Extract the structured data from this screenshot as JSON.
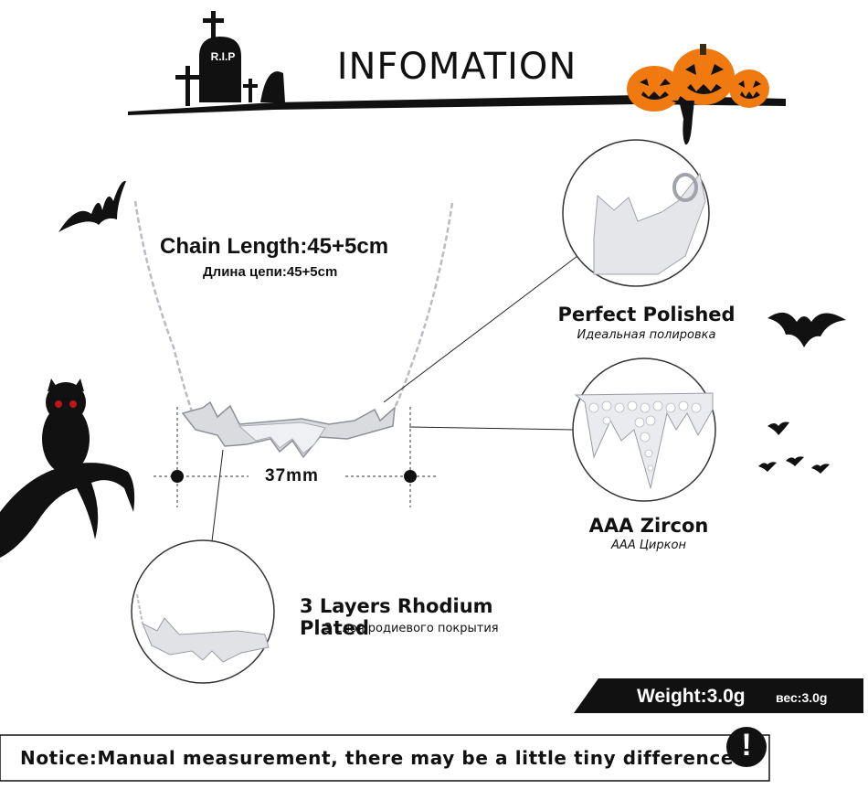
{
  "header": {
    "title": "INFOMATION",
    "tombstone_text": "R.I.P"
  },
  "chain": {
    "length_en": "Chain Length:45+5cm",
    "length_ru": "Длина цепи:45+5cm"
  },
  "measurement": {
    "width_label": "37mm"
  },
  "features": [
    {
      "label_en": "Perfect  Polished",
      "label_ru": "Идеальная полировка"
    },
    {
      "label_en": "AAA  Zircon",
      "label_ru": "AAA Циркон"
    },
    {
      "label_en": "3 Layers Rhodium Plated",
      "label_ru": "3 слоя родиевого покрытия"
    }
  ],
  "weight": {
    "label_en": "Weight:3.0g",
    "label_ru": "вес:3.0g"
  },
  "notice": {
    "text": "Notice:Manual measurement, there may be a little tiny difference.",
    "icon_glyph": "!"
  },
  "colors": {
    "black": "#111111",
    "pumpkin": "#f07a10",
    "owl_eye": "#c0141a",
    "silver": "#c9ccd1"
  }
}
